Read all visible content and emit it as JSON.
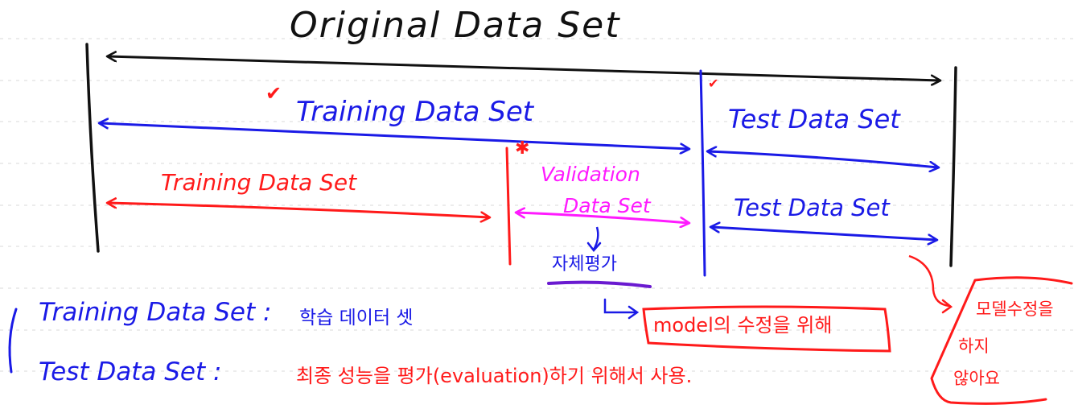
{
  "diagram": {
    "title": "Original Data Set",
    "split_1": {
      "training": "Training Data Set",
      "test": "Test Data Set"
    },
    "split_2": {
      "training": "Training Data Set",
      "validation_line1": "Validation",
      "validation_line2": "Data Set",
      "test": "Test Data Set"
    },
    "validation_note": "자체평가",
    "validation_purpose": "model의 수정을 위해",
    "test_note_line1": "모델수정을",
    "test_note_line2": "하지",
    "test_note_line3": "않아요",
    "definitions": [
      {
        "term": "Training Data Set :",
        "desc": "학습 데이터 셋"
      },
      {
        "term": "Test Data Set :",
        "desc": "최종 성능을 평가(evaluation)하기 위해서 사용."
      }
    ],
    "marks": {
      "check": "✔",
      "star": "✱"
    },
    "colors": {
      "black": "#111111",
      "blue": "#1a1ae6",
      "red": "#ff1a1a",
      "magenta": "#ff1aff",
      "rule": "#d9d9d9"
    }
  }
}
